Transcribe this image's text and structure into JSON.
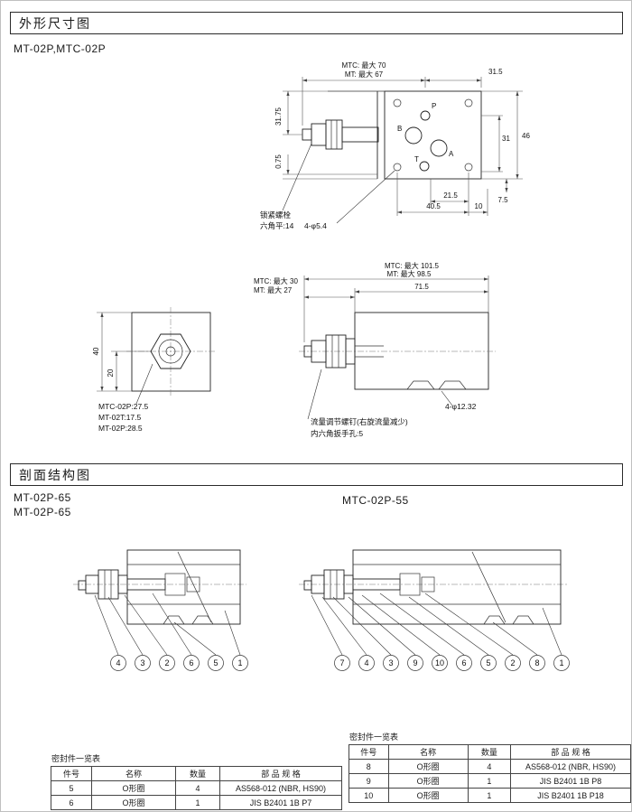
{
  "sections": {
    "s1_title": "外形尺寸图",
    "s2_title": "剖面结构图"
  },
  "s1": {
    "model": "MT-02P,MTC-02P",
    "d1": {
      "dim_len_mtc": "MTC: 最大 70",
      "dim_len_mt": "MT: 最大 67",
      "dim_315": "31.5",
      "dim_3175": "31.75",
      "dim_075": "0.75",
      "dim_31": "31",
      "dim_46": "46",
      "dim_215": "21.5",
      "dim_405": "40.5",
      "dim_10": "10",
      "dim_75": "7.5",
      "port_p": "P",
      "port_b": "B",
      "port_a": "A",
      "port_t": "T",
      "lock_bolt": "锁紧螺栓",
      "hex_flat": "六角平:14",
      "holes": "4-φ5.4"
    },
    "d2": {
      "dim_mtc1015": "MTC: 最大 101.5",
      "dim_mt985": "MT: 最大 98.5",
      "dim_715": "71.5",
      "dim_mtc30": "MTC: 最大 30",
      "dim_mt27": "MT: 最大 27",
      "dim_40": "40",
      "dim_20": "20",
      "sq_note1": "MTC-02P:27.5",
      "sq_note2": "MT-02T:17.5",
      "sq_note3": "MT-02P:28.5",
      "hole_note": "4-φ12.32",
      "screw_note": "流量调节螺钉(右旋流量减少)",
      "hex_hole_note": "内六角扳手孔:5"
    }
  },
  "s2": {
    "left_model1": "MT-02P-65",
    "left_model2": "MT-02P-65",
    "right_model": "MTC-02P-55",
    "left_callouts": [
      "4",
      "3",
      "2",
      "6",
      "5",
      "1"
    ],
    "right_callouts": [
      "7",
      "4",
      "3",
      "9",
      "10",
      "6",
      "5",
      "2",
      "8",
      "1"
    ],
    "left_table": {
      "title": "密封件一览表",
      "headers": [
        "件号",
        "名称",
        "数量",
        "部 品 规 格"
      ],
      "rows": [
        [
          "5",
          "O形圈",
          "4",
          "AS568-012 (NBR, HS90)"
        ],
        [
          "6",
          "O形圈",
          "1",
          "JIS B2401 1B P7"
        ]
      ]
    },
    "right_table": {
      "title": "密封件一览表",
      "headers": [
        "件号",
        "名称",
        "数量",
        "部 品 规 格"
      ],
      "rows": [
        [
          "8",
          "O形圈",
          "4",
          "AS568-012 (NBR, HS90)"
        ],
        [
          "9",
          "O形圈",
          "1",
          "JIS B2401 1B P8"
        ],
        [
          "10",
          "O形圈",
          "1",
          "JIS B2401 1B P18"
        ]
      ]
    }
  }
}
